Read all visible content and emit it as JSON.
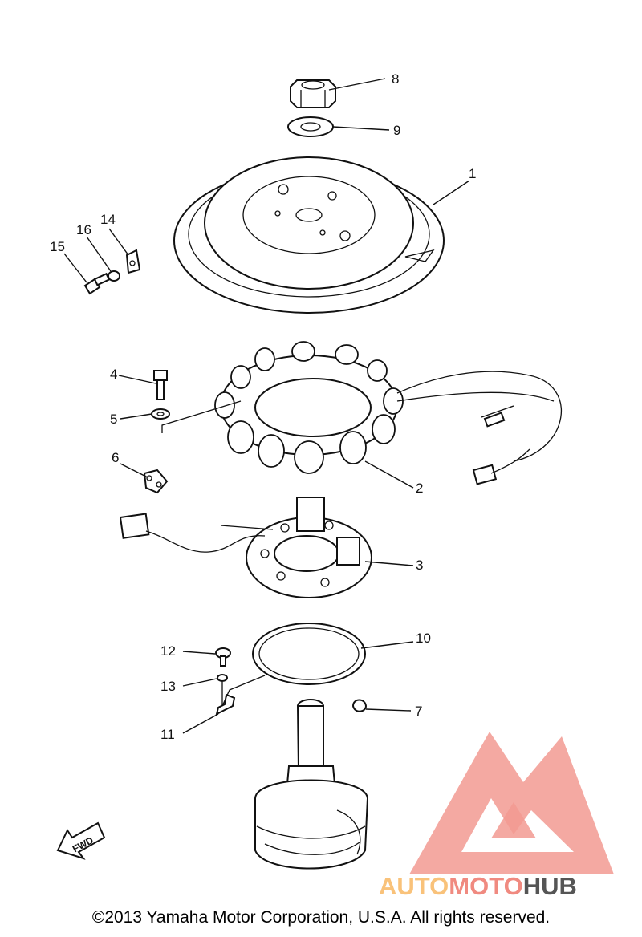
{
  "callouts": {
    "p1": "1",
    "p2": "2",
    "p3": "3",
    "p4": "4",
    "p5": "5",
    "p6": "6",
    "p7": "7",
    "p8": "8",
    "p9": "9",
    "p10": "10",
    "p11": "11",
    "p12": "12",
    "p13": "13",
    "p14": "14",
    "p15": "15",
    "p16": "16"
  },
  "fwd_label": "FWD",
  "watermark": {
    "part1": "AUTO",
    "part2": "MOTO",
    "part3": "HUB",
    "color_auto": "#f9c27a",
    "color_moto": "#f08a80",
    "color_hub": "#555555",
    "logo_color": "#f29a92"
  },
  "copyright": "©2013 Yamaha Motor Corporation, U.S.A. All rights reserved."
}
